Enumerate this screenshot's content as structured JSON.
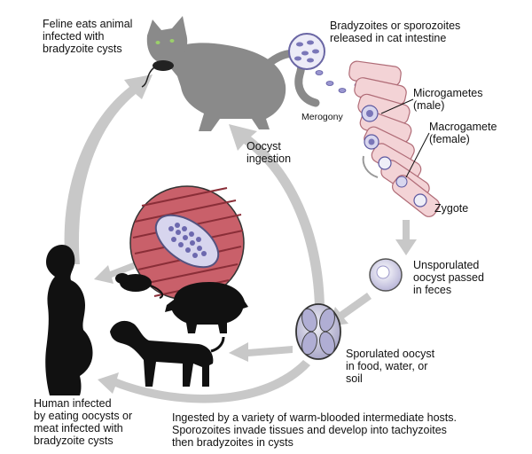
{
  "labels": {
    "feline": "Feline eats animal\ninfected with\nbradyzoite cysts",
    "released": "Bradyzoites or sporozoites\nreleased in cat intestine",
    "merogony": "Merogony",
    "microgametes": "Microgametes\n(male)",
    "macrogamete": "Macrogamete\n(female)",
    "zygote": "Zygote",
    "oocyst_ingestion": "Oocyst\ningestion",
    "unsporulated": "Unsporulated\noocyst passed\nin feces",
    "sporulated": "Sporulated oocyst\nin food, water, or\nsoil",
    "human": "Human infected\nby eating oocysts or\nmeat infected with\nbradyzoite cysts",
    "intermediate": "Ingested by a variety of warm-blooded intermediate hosts.\nSporozoites invade tissues and develop into tachyzoites\nthen bradyzoites in cysts"
  },
  "colors": {
    "arrow": "#c8c8c8",
    "cat": "#8a8a8a",
    "silhouette": "#111111",
    "cell_fill": "#f3d3d6",
    "cell_stroke": "#b06c77",
    "muscle": "#b8505a",
    "cyst": "#8f8ac4"
  }
}
